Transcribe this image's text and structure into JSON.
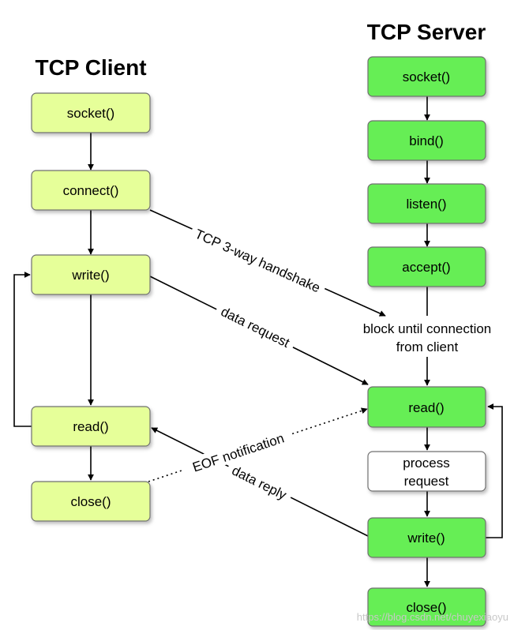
{
  "client": {
    "title": "TCP Client",
    "boxes": {
      "socket": "socket()",
      "connect": "connect()",
      "write": "write()",
      "read": "read()",
      "close": "close()"
    }
  },
  "server": {
    "title": "TCP Server",
    "boxes": {
      "socket": "socket()",
      "bind": "bind()",
      "listen": "listen()",
      "accept": "accept()",
      "read": "read()",
      "process_line1": "process",
      "process_line2": "request",
      "write": "write()",
      "close": "close()"
    },
    "block_line1": "block until connection",
    "block_line2": "from client"
  },
  "edges": {
    "handshake": "TCP 3-way handshake",
    "data_request": "data request",
    "eof_notification": "EOF notification",
    "data_reply": "data reply"
  },
  "colors": {
    "client_fill": "#e6ff99",
    "server_fill": "#66ee55",
    "process_fill": "#ffffff",
    "stroke": "#707070",
    "arrow": "#000000"
  },
  "watermark": "https://blog.csdn.net/chuyexiaoyu"
}
